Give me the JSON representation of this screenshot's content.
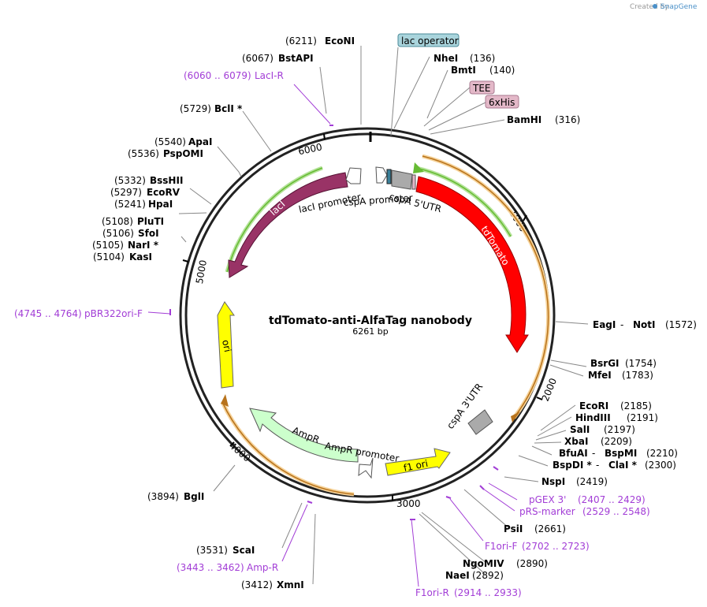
{
  "plasmid": {
    "name": "tdTomato-anti-AlfaTag nanobody",
    "size_label": "6261 bp",
    "length": 6261
  },
  "credit": {
    "text": "Created by",
    "brand": "SnapGene"
  },
  "tick_marks": [
    {
      "pos": 1000,
      "label": "1000"
    },
    {
      "pos": 2000,
      "label": "2000"
    },
    {
      "pos": 3000,
      "label": "3000"
    },
    {
      "pos": 4000,
      "label": "4000"
    },
    {
      "pos": 5000,
      "label": "5000"
    },
    {
      "pos": 6000,
      "label": "6000"
    }
  ],
  "enzymes_right": [
    {
      "name": "NheI",
      "pos": "(136)"
    },
    {
      "name": "BmtI",
      "pos": "(140)"
    },
    {
      "name": "BamHI",
      "pos": "(316)"
    },
    {
      "name": "EagI",
      "sep": " - ",
      "name2": "NotI",
      "pos": "(1572)"
    },
    {
      "name": "BsrGI",
      "pos": "(1754)"
    },
    {
      "name": "MfeI",
      "pos": "(1783)"
    },
    {
      "name": "EcoRI",
      "pos": "(2185)"
    },
    {
      "name": "HindIII",
      "pos": "(2191)"
    },
    {
      "name": "SalI",
      "pos": "(2197)"
    },
    {
      "name": "XbaI",
      "pos": "(2209)"
    },
    {
      "name": "BfuAI",
      "sep": " - ",
      "name2": "BspMI",
      "pos": "(2210)"
    },
    {
      "name": "BspDI *",
      "sep": " - ",
      "name2": "ClaI *",
      "pos": "(2300)"
    },
    {
      "name": "NspI",
      "pos": "(2419)"
    },
    {
      "name": "PsiI",
      "pos": "(2661)"
    },
    {
      "name": "NgoMIV",
      "pos": "(2890)"
    },
    {
      "name": "NaeI",
      "pos": "(2892)"
    }
  ],
  "enzymes_left": [
    {
      "name": "EcoNI",
      "pos": "(6211)"
    },
    {
      "name": "BstAPI",
      "pos": "(6067)"
    },
    {
      "name": "BclI *",
      "pos": "(5729)"
    },
    {
      "name": "ApaI",
      "pos": "(5540)"
    },
    {
      "name": "PspOMI",
      "pos": "(5536)"
    },
    {
      "name": "BssHII",
      "pos": "(5332)"
    },
    {
      "name": "EcoRV",
      "pos": "(5297)"
    },
    {
      "name": "HpaI",
      "pos": "(5241)"
    },
    {
      "name": "PluTI",
      "pos": "(5108)"
    },
    {
      "name": "SfoI",
      "pos": "(5106)"
    },
    {
      "name": "NarI *",
      "pos": "(5105)"
    },
    {
      "name": "KasI",
      "pos": "(5104)"
    },
    {
      "name": "BglI",
      "pos": "(3894)"
    },
    {
      "name": "ScaI",
      "pos": "(3531)"
    },
    {
      "name": "XmnI",
      "pos": "(3412)"
    }
  ],
  "primers": [
    {
      "range": "(6060 .. 6079)",
      "name": "LacI-R"
    },
    {
      "range": "(4745 .. 4764)",
      "name": "pBR322ori-F"
    },
    {
      "range": "(3443 .. 3462)",
      "name": "Amp-R"
    },
    {
      "name": "pGEX 3'",
      "range": "(2407 .. 2429)"
    },
    {
      "name": "pRS-marker",
      "range": "(2529 .. 2548)"
    },
    {
      "name": "F1ori-F",
      "range": "(2702 .. 2723)"
    },
    {
      "name": "F1ori-R",
      "range": "(2914 .. 2933)"
    }
  ],
  "boxed_features": [
    {
      "name": "lac operator",
      "color": "#a9d4dc"
    },
    {
      "name": "TEE",
      "color": "#e3b8c8"
    },
    {
      "name": "6xHis",
      "color": "#e3b8c8"
    }
  ],
  "features": [
    {
      "name": "tdTomato",
      "color": "#ff0000"
    },
    {
      "name": "lacI",
      "color": "#993366"
    },
    {
      "name": "ori",
      "color": "#ffff00"
    },
    {
      "name": "AmpR",
      "color": "#ccffcc"
    },
    {
      "name": "f1 ori",
      "color": "#ffff00"
    },
    {
      "name": "lacI promoter",
      "color": "#ffffff"
    },
    {
      "name": "cspA promoter",
      "color": "#ffffff"
    },
    {
      "name": "AmpR promoter",
      "color": "#ffffff"
    },
    {
      "name": "cspA 5'UTR",
      "color": "#aaaaaa"
    },
    {
      "name": "cspA 3'UTR",
      "color": "#aaaaaa"
    }
  ],
  "colors": {
    "primer": "#a23dd6",
    "backbone": "#222222",
    "orf_green": "#66bb33",
    "orf_orange": "#b8731c"
  }
}
